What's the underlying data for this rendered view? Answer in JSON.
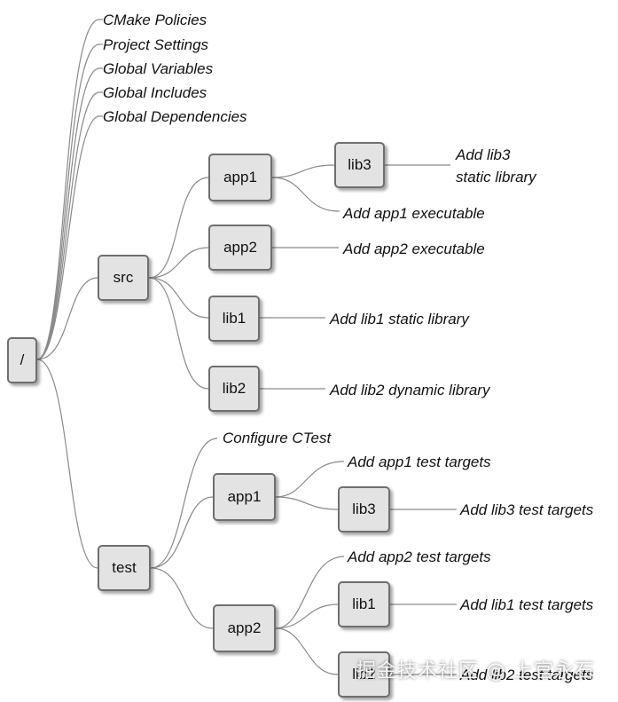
{
  "root": {
    "label": "/"
  },
  "top_items": [
    "CMake Policies",
    "Project Settings",
    "Global Variables",
    "Global Includes",
    "Global Dependencies"
  ],
  "src": {
    "label": "src",
    "app1": {
      "label": "app1",
      "lib3": {
        "label": "lib3",
        "leaf_line1": "Add lib3",
        "leaf_line2": "static library"
      },
      "leaf": "Add app1 executable"
    },
    "app2": {
      "label": "app2",
      "leaf": "Add app2 executable"
    },
    "lib1": {
      "label": "lib1",
      "leaf": "Add lib1 static library"
    },
    "lib2": {
      "label": "lib2",
      "leaf": "Add lib2 dynamic library"
    }
  },
  "test": {
    "label": "test",
    "configure": "Configure CTest",
    "app1": {
      "label": "app1",
      "leaf": "Add app1 test targets",
      "lib3": {
        "label": "lib3",
        "leaf": "Add lib3 test targets"
      }
    },
    "app2": {
      "label": "app2",
      "leaf": "Add app2 test targets",
      "lib1": {
        "label": "lib1",
        "leaf": "Add lib1 test targets"
      },
      "lib2": {
        "label": "lib2",
        "leaf": "Add lib2 test targets"
      }
    }
  },
  "watermark": "掘金技术社区 @ 上官永石",
  "colors": {
    "node_fill": "#e3e3e3",
    "node_border": "#6f6f6f",
    "edge": "#8a8a8a"
  }
}
